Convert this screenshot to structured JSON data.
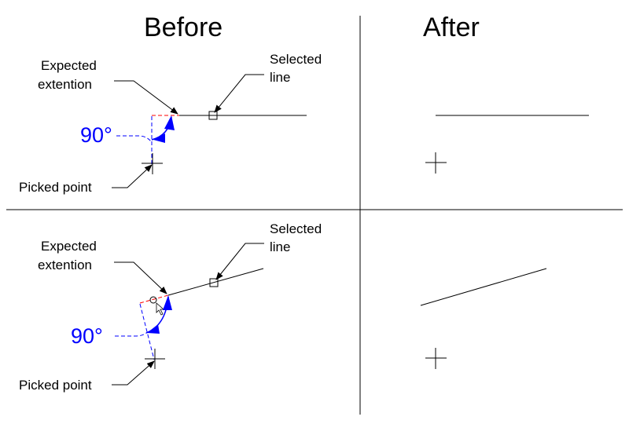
{
  "headings": {
    "before": "Before",
    "after": "After"
  },
  "labels": {
    "expected_line1": "Expected",
    "expected_line2": "extention",
    "selected_line1": "Selected",
    "selected_line2": "line",
    "picked_point": "Picked point",
    "angle": "90°"
  },
  "colors": {
    "ink": "#000000",
    "dimension": "#0000ff",
    "extension": "#ff0000"
  }
}
